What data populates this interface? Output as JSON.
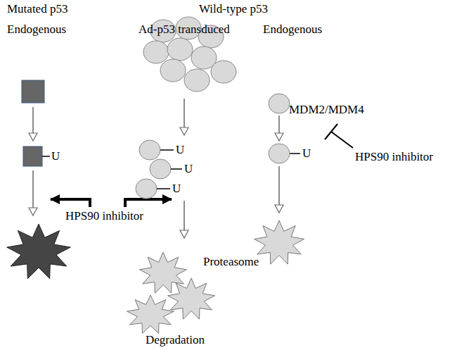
{
  "diagram": {
    "labels": [
      "Mutated p53",
      "Wild-type p53",
      "Endogenous",
      "Ad-p53 transduced",
      "Endogenous",
      "MDM2/MDM4",
      "U",
      "U",
      "U",
      "U",
      "U",
      "HPS90 inhibitor",
      "HPS90 inhibitor",
      "Proteasome",
      "Degradation"
    ]
  }
}
